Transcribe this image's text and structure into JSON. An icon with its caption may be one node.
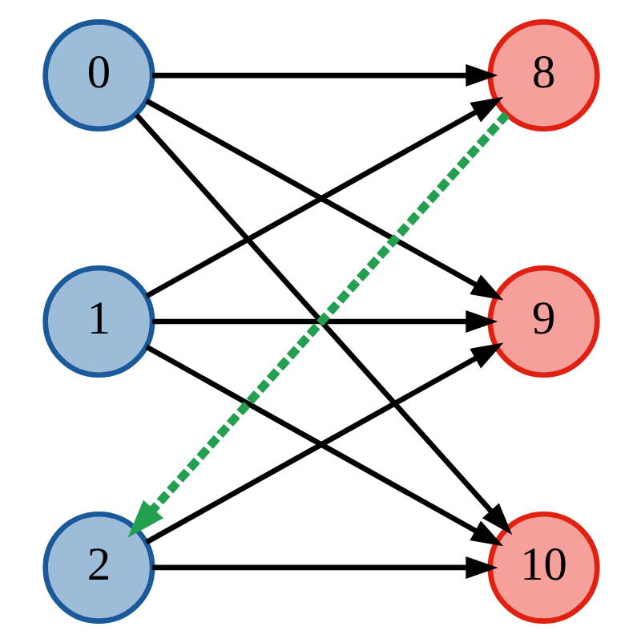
{
  "diagram": {
    "nodes": [
      {
        "text": [
          "0"
        ]
      },
      {
        "text": [
          "1"
        ]
      },
      {
        "text": [
          "2"
        ]
      },
      {
        "text": [
          "8"
        ]
      },
      {
        "text": [
          "9"
        ]
      },
      {
        "text": [
          "10"
        ]
      }
    ],
    "edges": [
      {
        "from": 0,
        "to": 3,
        "arrow": "to"
      },
      {
        "from": 0,
        "to": 4,
        "arrow": "to"
      },
      {
        "from": 0,
        "to": 5,
        "arrow": "to"
      },
      {
        "from": 1,
        "to": 3,
        "arrow": "to"
      },
      {
        "from": 1,
        "to": 4,
        "arrow": "to"
      },
      {
        "from": 1,
        "to": 5,
        "arrow": "to"
      },
      {
        "from": 2,
        "to": 4,
        "arrow": "to"
      },
      {
        "from": 2,
        "to": 5,
        "arrow": "to"
      },
      {
        "from": 3,
        "to": 2,
        "arrow": "to",
        "style": "dashed",
        "color": "#22a050"
      }
    ]
  }
}
